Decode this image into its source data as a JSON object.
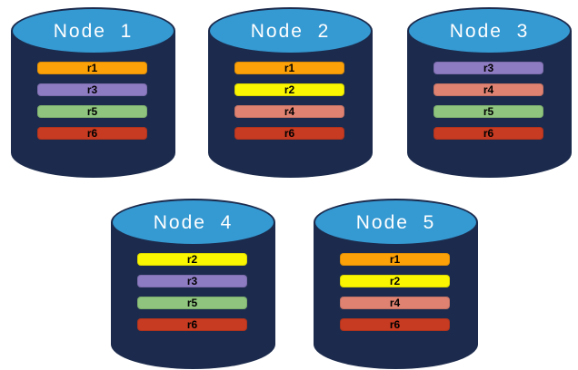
{
  "palette": {
    "r1": "#FCA108",
    "r2": "#FAF501",
    "r3": "#8E7CC3",
    "r4": "#DF8272",
    "r5": "#8EC47D",
    "r6": "#C63B22",
    "cylinder_body": "#1C2B4D",
    "cylinder_top": "#3599D2",
    "node_label_text": "#FFFFFF",
    "bar_label_text": "#000000"
  },
  "nodes": [
    {
      "label": "Node  1",
      "bars": [
        {
          "label": "r1",
          "color": "#FCA108"
        },
        {
          "label": "r3",
          "color": "#8E7CC3"
        },
        {
          "label": "r5",
          "color": "#8EC47D"
        },
        {
          "label": "r6",
          "color": "#C63B22"
        }
      ]
    },
    {
      "label": "Node  2",
      "bars": [
        {
          "label": "r1",
          "color": "#FCA108"
        },
        {
          "label": "r2",
          "color": "#FAF501"
        },
        {
          "label": "r4",
          "color": "#DF8272"
        },
        {
          "label": "r6",
          "color": "#C63B22"
        }
      ]
    },
    {
      "label": "Node  3",
      "bars": [
        {
          "label": "r3",
          "color": "#8E7CC3"
        },
        {
          "label": "r4",
          "color": "#DF8272"
        },
        {
          "label": "r5",
          "color": "#8EC47D"
        },
        {
          "label": "r6",
          "color": "#C63B22"
        }
      ]
    },
    {
      "label": "Node  4",
      "bars": [
        {
          "label": "r2",
          "color": "#FAF501"
        },
        {
          "label": "r3",
          "color": "#8E7CC3"
        },
        {
          "label": "r5",
          "color": "#8EC47D"
        },
        {
          "label": "r6",
          "color": "#C63B22"
        }
      ]
    },
    {
      "label": "Node  5",
      "bars": [
        {
          "label": "r1",
          "color": "#FCA108"
        },
        {
          "label": "r2",
          "color": "#FAF501"
        },
        {
          "label": "r4",
          "color": "#DF8272"
        },
        {
          "label": "r6",
          "color": "#C63B22"
        }
      ]
    }
  ]
}
